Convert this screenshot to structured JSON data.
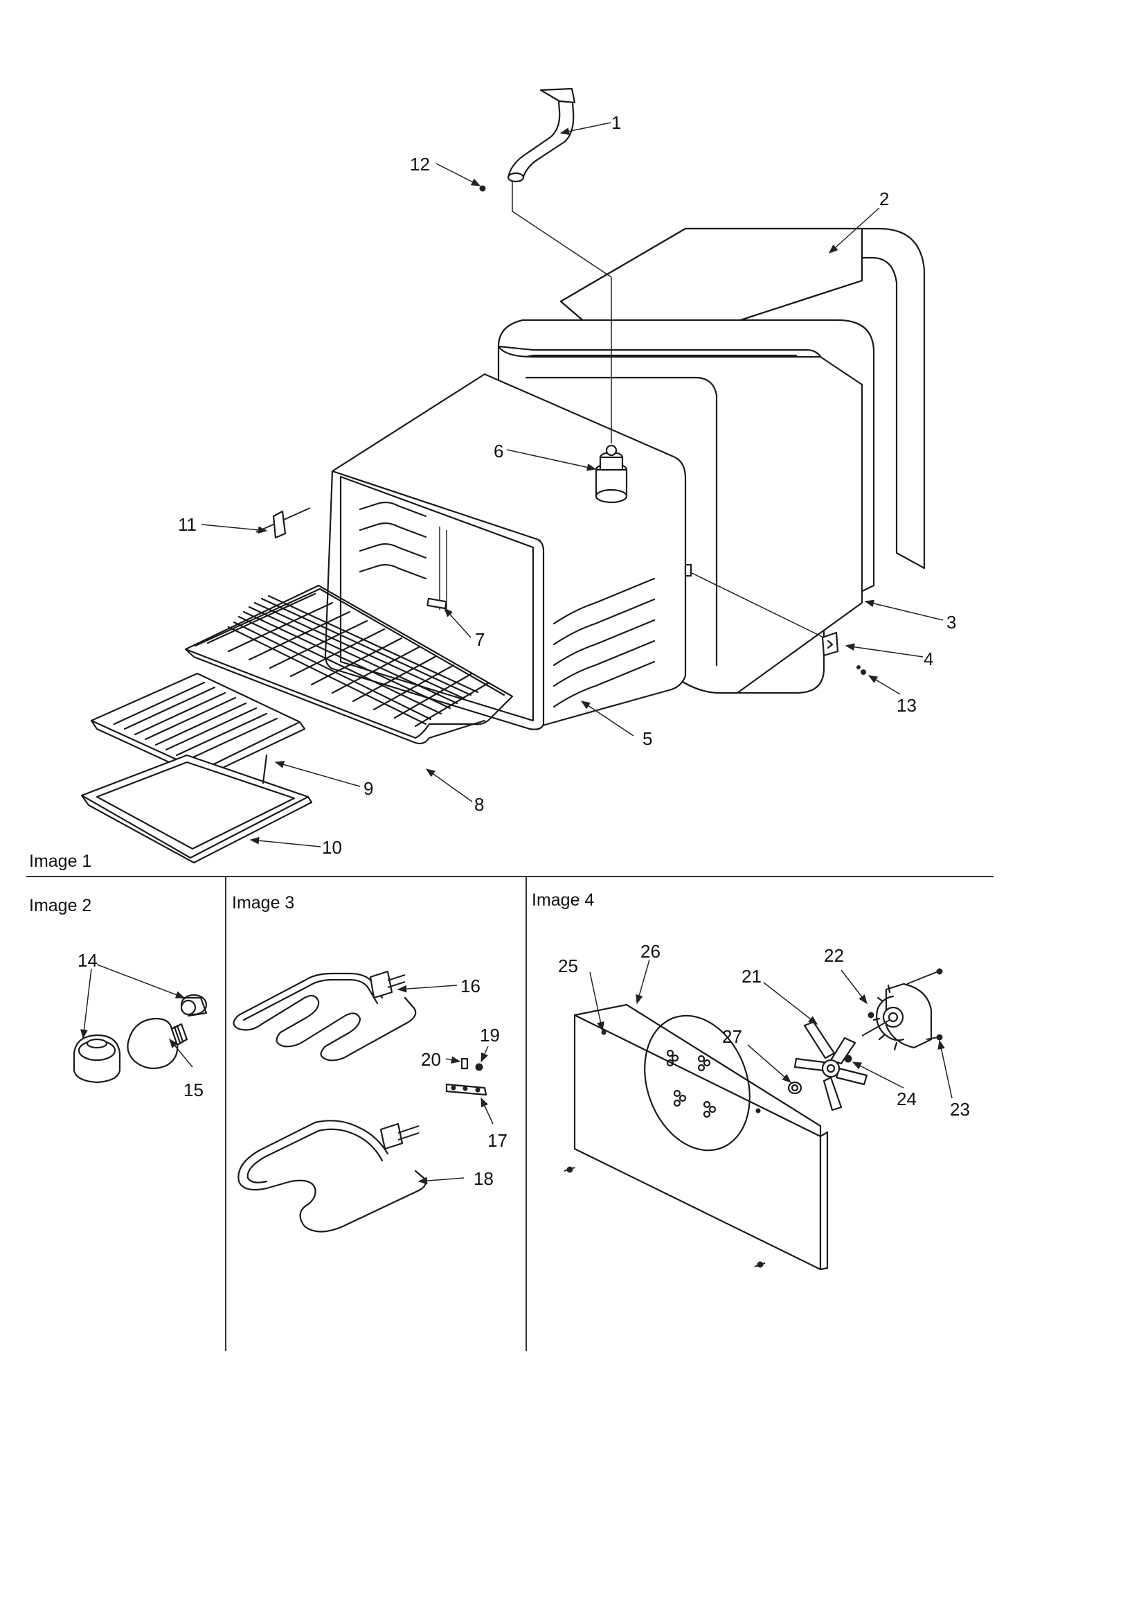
{
  "images": [
    {
      "title": "Image 1"
    },
    {
      "title": "Image 2"
    },
    {
      "title": "Image 3"
    },
    {
      "title": "Image 4"
    }
  ],
  "callouts": [
    "1",
    "2",
    "3",
    "4",
    "5",
    "6",
    "7",
    "8",
    "9",
    "10",
    "11",
    "12",
    "13",
    "14",
    "15",
    "16",
    "17",
    "18",
    "19",
    "20",
    "21",
    "22",
    "23",
    "24",
    "25",
    "26",
    "27"
  ]
}
